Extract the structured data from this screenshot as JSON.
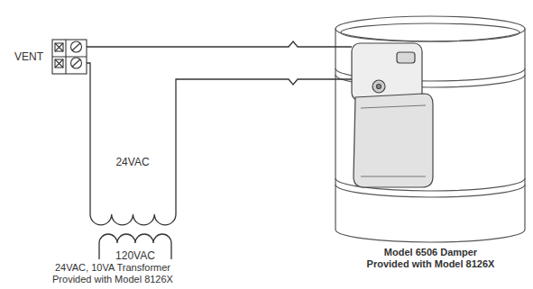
{
  "diagram": {
    "nodes": [
      {
        "text": [
          "VENT"
        ]
      },
      {
        "text": [
          "24VAC",
          "120VAC",
          "24VAC, 10VA Transformer Provided with Model 8126X"
        ]
      },
      {
        "text": [
          "Model 6506 Damper Provided with Model 8126X"
        ]
      }
    ],
    "edges": [
      {
        "from": 0,
        "to": 2,
        "arrow": "none"
      },
      {
        "from": 0,
        "to": 1,
        "arrow": "none"
      },
      {
        "from": 1,
        "to": 2,
        "arrow": "none"
      }
    ]
  }
}
